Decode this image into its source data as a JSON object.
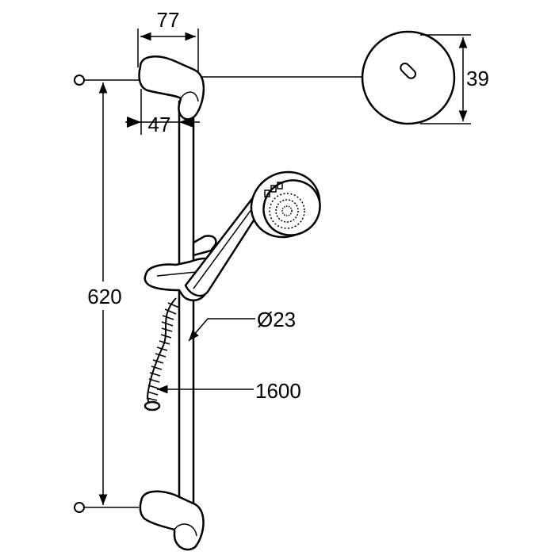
{
  "dimensions": {
    "top_width": "77",
    "height_39": "39",
    "inner_47": "47",
    "length_620": "620",
    "diameter": "Ø23",
    "hose_length": "1600"
  },
  "colors": {
    "line": "#000000",
    "background": "#ffffff"
  }
}
